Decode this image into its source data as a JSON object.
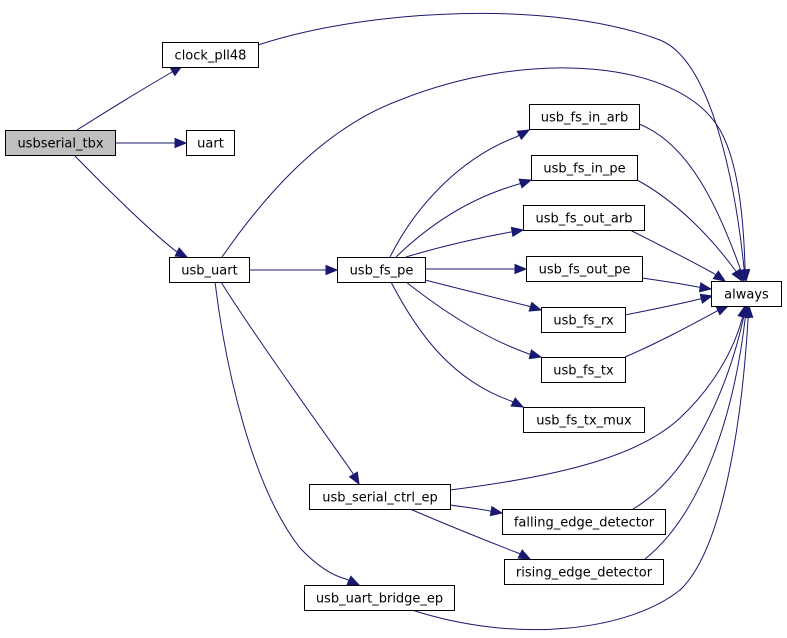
{
  "graph": {
    "root": "usbserial_tbx",
    "nodes": {
      "usbserial_tbx": "usbserial_tbx",
      "clock_pll48": "clock_pll48",
      "uart": "uart",
      "usb_uart": "usb_uart",
      "usb_fs_pe": "usb_fs_pe",
      "usb_fs_in_arb": "usb_fs_in_arb",
      "usb_fs_in_pe": "usb_fs_in_pe",
      "usb_fs_out_arb": "usb_fs_out_arb",
      "usb_fs_out_pe": "usb_fs_out_pe",
      "usb_fs_rx": "usb_fs_rx",
      "usb_fs_tx": "usb_fs_tx",
      "usb_fs_tx_mux": "usb_fs_tx_mux",
      "always": "always",
      "usb_serial_ctrl_ep": "usb_serial_ctrl_ep",
      "falling_edge_detector": "falling_edge_detector",
      "rising_edge_detector": "rising_edge_detector",
      "usb_uart_bridge_ep": "usb_uart_bridge_ep"
    },
    "edges": [
      [
        "usbserial_tbx",
        "clock_pll48"
      ],
      [
        "usbserial_tbx",
        "uart"
      ],
      [
        "usbserial_tbx",
        "usb_uart"
      ],
      [
        "clock_pll48",
        "always"
      ],
      [
        "usb_uart",
        "always"
      ],
      [
        "usb_uart",
        "usb_fs_pe"
      ],
      [
        "usb_uart",
        "usb_serial_ctrl_ep"
      ],
      [
        "usb_uart",
        "usb_uart_bridge_ep"
      ],
      [
        "usb_fs_pe",
        "usb_fs_in_arb"
      ],
      [
        "usb_fs_pe",
        "usb_fs_in_pe"
      ],
      [
        "usb_fs_pe",
        "usb_fs_out_arb"
      ],
      [
        "usb_fs_pe",
        "usb_fs_out_pe"
      ],
      [
        "usb_fs_pe",
        "usb_fs_rx"
      ],
      [
        "usb_fs_pe",
        "usb_fs_tx"
      ],
      [
        "usb_fs_pe",
        "usb_fs_tx_mux"
      ],
      [
        "usb_fs_in_arb",
        "always"
      ],
      [
        "usb_fs_in_pe",
        "always"
      ],
      [
        "usb_fs_out_arb",
        "always"
      ],
      [
        "usb_fs_out_pe",
        "always"
      ],
      [
        "usb_fs_rx",
        "always"
      ],
      [
        "usb_fs_tx",
        "always"
      ],
      [
        "usb_serial_ctrl_ep",
        "always"
      ],
      [
        "usb_serial_ctrl_ep",
        "falling_edge_detector"
      ],
      [
        "usb_serial_ctrl_ep",
        "rising_edge_detector"
      ],
      [
        "falling_edge_detector",
        "always"
      ],
      [
        "rising_edge_detector",
        "always"
      ],
      [
        "usb_uart_bridge_ep",
        "always"
      ]
    ]
  },
  "colors": {
    "edge": "#191970",
    "root_fill": "#bfbfbf",
    "node_fill": "#ffffff",
    "node_border": "#000000"
  }
}
